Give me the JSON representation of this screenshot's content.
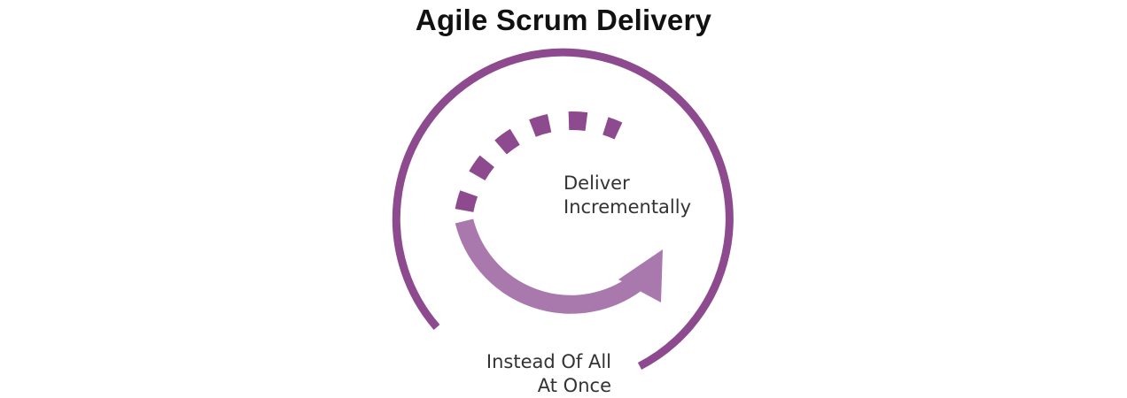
{
  "title": "Agile Scrum Delivery",
  "labels": {
    "deliver": [
      "Deliver",
      "Incrementally"
    ],
    "instead": [
      "Instead Of All",
      "At Once"
    ]
  },
  "colors": {
    "outer_ring": "#8e4a8e",
    "dashes": "#8e4a8e",
    "arrow": "#a978ad",
    "text": "#333333",
    "title": "#111111"
  },
  "icons": {
    "outer_ring": "open-circle-arc",
    "dashed_ring": "dashed-arc",
    "arrow": "curved-arrow"
  }
}
